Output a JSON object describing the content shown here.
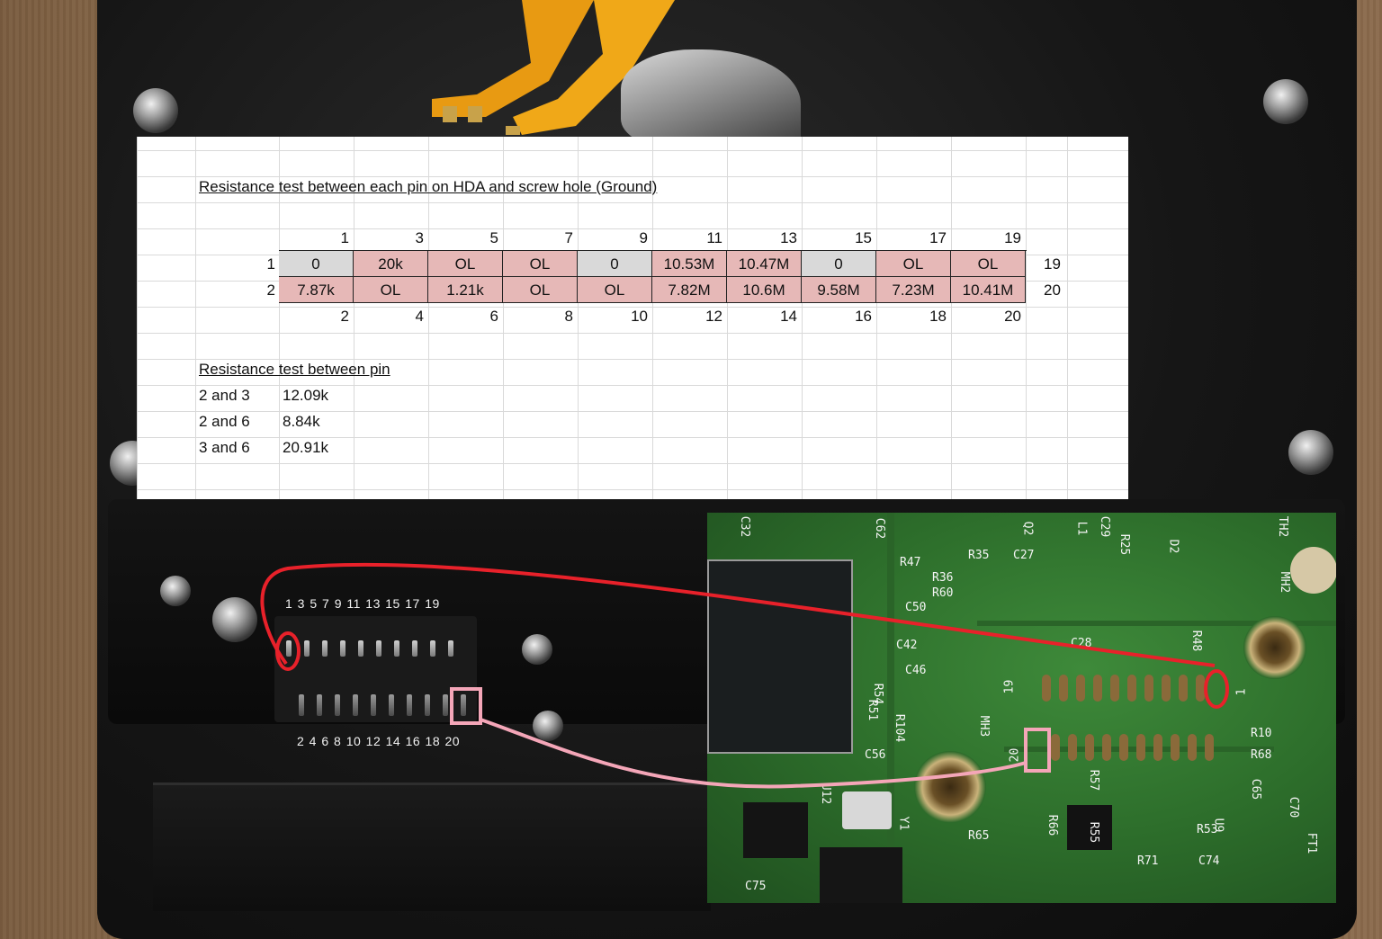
{
  "sheet": {
    "title": "Resistance test between each pin on HDA and screw hole (Ground)",
    "odd_pins": [
      "1",
      "3",
      "5",
      "7",
      "9",
      "11",
      "13",
      "15",
      "17",
      "19"
    ],
    "even_pins": [
      "2",
      "4",
      "6",
      "8",
      "10",
      "12",
      "14",
      "16",
      "18",
      "20"
    ],
    "row1": {
      "left_label": "1",
      "right_label": "19",
      "values": [
        "0",
        "20k",
        "OL",
        "OL",
        "0",
        "10.53M",
        "10.47M",
        "0",
        "OL",
        "OL"
      ],
      "fill": [
        "grey",
        "pink",
        "pink",
        "pink",
        "grey",
        "pink",
        "pink",
        "grey",
        "pink",
        "pink"
      ]
    },
    "row2": {
      "left_label": "2",
      "right_label": "20",
      "values": [
        "7.87k",
        "OL",
        "1.21k",
        "OL",
        "OL",
        "7.82M",
        "10.6M",
        "9.58M",
        "7.23M",
        "10.41M"
      ],
      "fill": [
        "pink",
        "pink",
        "pink",
        "pink",
        "pink",
        "pink",
        "pink",
        "pink",
        "pink",
        "pink"
      ]
    },
    "pair_title": "Resistance test between pin",
    "pairs": [
      {
        "pins": "2 and 3",
        "value": "12.09k"
      },
      {
        "pins": "2 and 6",
        "value": "8.84k"
      },
      {
        "pins": "3 and 6",
        "value": "20.91k"
      }
    ]
  },
  "connector": {
    "top_labels": "1  3  5  7  9  11 13 15 17 19",
    "bottom_labels": "2  4  6  8  10 12 14 16 18 20"
  },
  "pcb": {
    "pin1_label": "1",
    "pin19_label": "19",
    "pin20_label": "20",
    "silkscreen": [
      "C32",
      "R36",
      "R60",
      "C50",
      "C42",
      "C46",
      "R35",
      "C27",
      "L1",
      "C29",
      "R25",
      "D2",
      "TH2",
      "MH2",
      "R48",
      "C28",
      "MH3",
      "R10",
      "R68",
      "C65",
      "C70",
      "R57",
      "R55",
      "U9",
      "R53",
      "C74",
      "R71",
      "R65",
      "R66",
      "Y1",
      "U12",
      "C56",
      "R104",
      "C75",
      "FT1",
      "Q2",
      "R47",
      "C62",
      "R54",
      "R51"
    ]
  },
  "colors": {
    "pink_fill": "#e6b8b7",
    "grey_fill": "#d9d9d9",
    "red_marker": "#e8212a",
    "pink_marker": "#f4a6b8"
  }
}
